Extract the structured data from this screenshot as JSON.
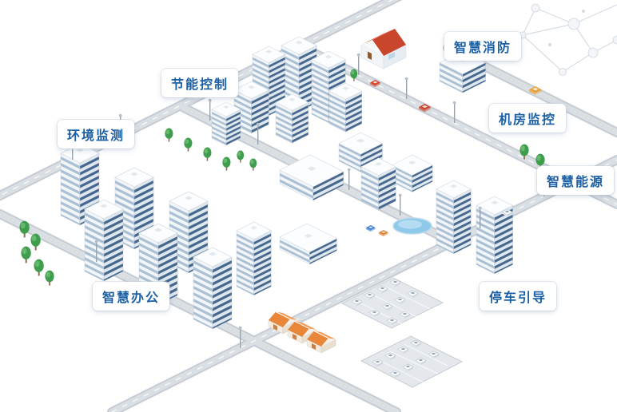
{
  "title": "smart-building-isometric-illustration",
  "labels": [
    {
      "id": "env-monitoring",
      "text": "环境监测"
    },
    {
      "id": "energy-saving",
      "text": "节能控制"
    },
    {
      "id": "smart-fire",
      "text": "智慧消防"
    },
    {
      "id": "room-monitoring",
      "text": "机房监控"
    },
    {
      "id": "smart-energy",
      "text": "智慧能源"
    },
    {
      "id": "smart-office",
      "text": "智慧办公"
    },
    {
      "id": "parking-guidance",
      "text": "停车引导"
    }
  ],
  "palette": {
    "label_text": "#1b5fa5",
    "label_bg": "#ffffff",
    "building_stripe_dark": "#46688f",
    "building_stripe_light": "#aabfd3",
    "building_top": "#fbfdfe",
    "road": "#c9ced4",
    "tree_green": "#3f9e4d",
    "house_roof_red": "#c9452b",
    "warehouse_roof_orange": "#e8873a",
    "pond_blue": "#8fc9e9",
    "car_red": "#d6452e",
    "truck_yellow": "#e8a13c",
    "background": "#ffffff"
  },
  "scene": {
    "elements": [
      "office-towers",
      "roads",
      "trees",
      "parking-lots",
      "pond",
      "red-roof-house",
      "warehouses",
      "vehicles",
      "network-nodes"
    ]
  }
}
